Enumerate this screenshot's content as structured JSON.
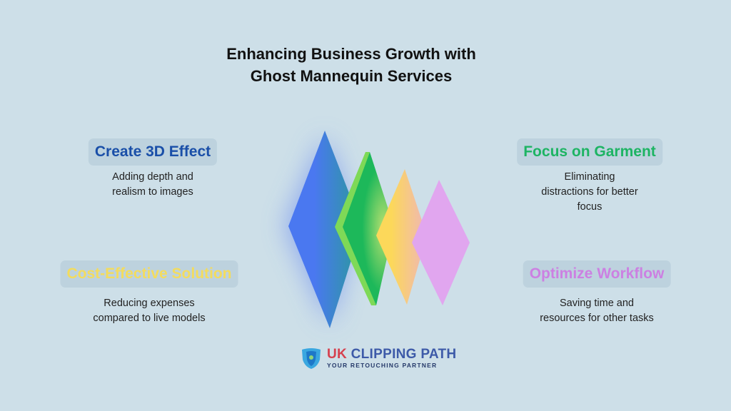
{
  "title": {
    "line1": "Enhancing Business Growth with",
    "line2": "Ghost Mannequin Services"
  },
  "cards": [
    {
      "heading": "Create 3D Effect",
      "color": "#1a4fa8",
      "lines": [
        "Adding depth and",
        "realism to images"
      ]
    },
    {
      "heading": "Cost-Effective Solution",
      "color": "#f3dc5e",
      "lines": [
        "Reducing expenses",
        "compared to live models"
      ]
    },
    {
      "heading": "Focus on Garment",
      "color": "#1db463",
      "lines": [
        "Eliminating",
        "distractions for better",
        "focus"
      ]
    },
    {
      "heading": "Optimize Workflow",
      "color": "#cc80e2",
      "lines": [
        "Saving time and",
        "resources for other tasks"
      ]
    }
  ],
  "logo": {
    "brand_uk": "UK",
    "brand_rest": " CLIPPING PATH",
    "tagline": "YOUR RETOUCHING PARTNER"
  }
}
